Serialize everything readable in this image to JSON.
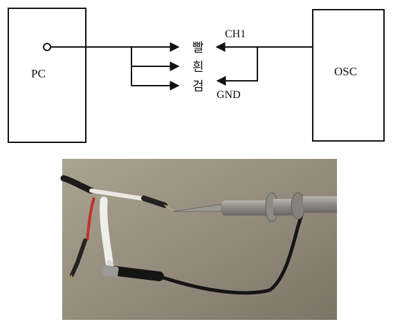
{
  "diagram": {
    "pc_label": "PC",
    "osc_label": "OSC",
    "ch1_label": "CH1",
    "gnd_label": "GND",
    "wire_labels": [
      "빨",
      "흰",
      "검"
    ]
  },
  "photo": {
    "kind": "photograph of oscilloscope probe clipped to red, white and black wires"
  },
  "colors": {
    "line": "#111111",
    "photo_bg": "#8f887a"
  }
}
